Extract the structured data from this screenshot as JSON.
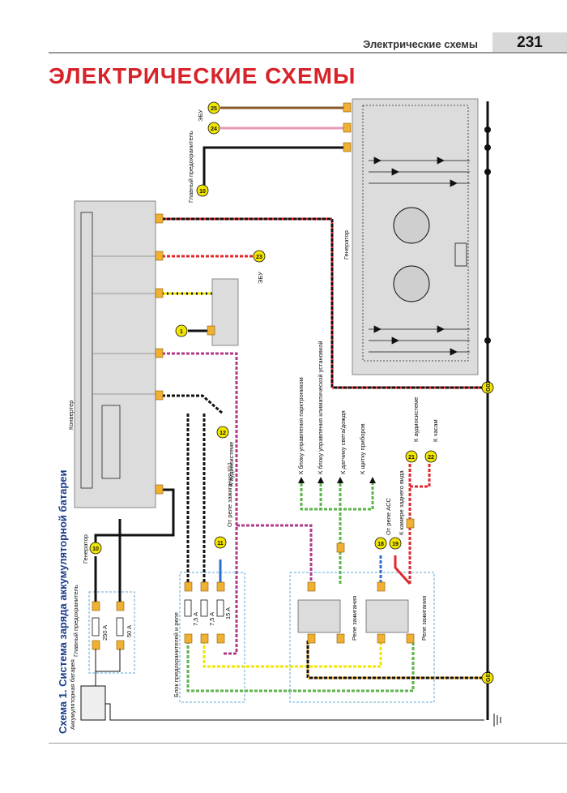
{
  "header": {
    "section_title": "Электрические схемы",
    "page_number": "231"
  },
  "main_title": "ЭЛЕКТРИЧЕСКИЕ СХЕМЫ",
  "scheme_title": "Схема 1. Система заряда аккумуляторной батареи",
  "labels": {
    "ecu_top": "ЭБУ",
    "main_fuse_top": "Главный предохранитель",
    "generator": "Генератор",
    "ecu_mid": "ЭБУ",
    "converter": "Конвертер",
    "to_audio": "К аудиосистеме",
    "from_relay_ig1": "От реле зажигания IG1",
    "to_parktronic": "К блоку управления парктроником",
    "to_climate": "К блоку управления климатической установкой",
    "to_light_rain": "К датчику света/дождя",
    "to_dashboard": "К щитку приборов",
    "to_audio2": "К аудиосистеме",
    "to_clock": "К часам",
    "from_relay_acc": "От реле ACC",
    "to_rear_camera": "К камере заднего вида",
    "ignition_relay_1": "Реле зажигания",
    "ignition_relay_2": "Реле зажигания",
    "fuse_relay_block": "Блок предохранителей и реле",
    "generator_left": "Генератор",
    "main_fuse_left": "Главный предохранитель",
    "battery": "Аккумуляторная батарея",
    "g03": "G03",
    "g01": "G01"
  },
  "fuses": {
    "f250": "250 A",
    "f50": "50 A",
    "f75a": "7,5 A",
    "f75b": "7,5 A",
    "f15": "15 A"
  },
  "connectors": {
    "c25": "25",
    "c24": "24",
    "c10": "10",
    "c23": "23",
    "c1": "1",
    "c12": "12",
    "c11": "11",
    "c18": "18",
    "c19": "19",
    "c21": "21",
    "c22": "22",
    "c10b": "10"
  },
  "colors": {
    "accent_red": "#d8232a",
    "scheme_blue": "#1a3e8c",
    "wire_brown": "#8b5a2b",
    "wire_pink": "#e79ab8",
    "wire_black": "#111111",
    "wire_red": "#e0282e",
    "wire_yellow": "#f2e600",
    "wire_green": "#5cb54a",
    "wire_blue": "#2a6fd0",
    "connector": "#f0b030"
  }
}
